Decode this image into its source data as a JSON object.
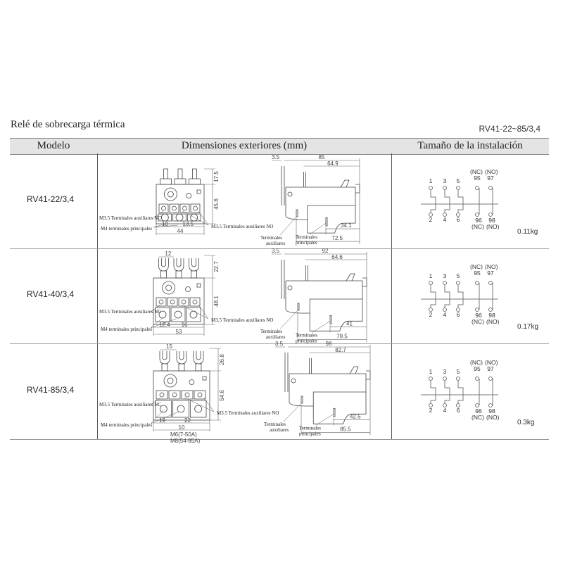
{
  "title": "Relé de sobrecarga térmica",
  "series_code": "RV41-22~85/3,4",
  "headers": {
    "model": "Modelo",
    "dimensions": "Dimensiones exteriores (mm)",
    "installation": "Tamaño de la instalación"
  },
  "labels": {
    "aux_nc": "M3.5 Terminales auxiliares NC",
    "aux_no": "M3.5 Terminales auxiliares NO",
    "main": "M4 terminales principales",
    "side_aux_1": "Terminales",
    "side_aux_2": "auxiliares",
    "side_main_1": "Terminales",
    "side_main_2": "principales"
  },
  "circuit": {
    "top": [
      "1",
      "3",
      "5"
    ],
    "bottom": [
      "2",
      "4",
      "6"
    ],
    "aux_top": [
      "95",
      "97"
    ],
    "aux_bottom": [
      "96",
      "98"
    ],
    "nc": "(NC)",
    "no": "(NO)"
  },
  "rows": [
    {
      "model": "RV41-22/3,4",
      "front": {
        "top_pitch": "",
        "top_height": "17.5",
        "body_height": "45.6",
        "dim_a": "10",
        "dim_b": "13.5",
        "width": "44",
        "screw_note_1": "",
        "screw_note_2": ""
      },
      "side": {
        "offset": "3.5",
        "length": "85",
        "inner": "64.9",
        "step": "34.1",
        "base": "72.5"
      },
      "weight": "0.11kg"
    },
    {
      "model": "RV41-40/3,4",
      "front": {
        "top_pitch": "12",
        "top_height": "22.7",
        "body_height": "48.1",
        "dim_a": "12.4",
        "dim_b": "16",
        "width": "53",
        "screw_note_1": "",
        "screw_note_2": ""
      },
      "side": {
        "offset": "3.5",
        "length": "92",
        "inner": "64.6",
        "step": "41",
        "base": "79.5"
      },
      "weight": "0.17kg"
    },
    {
      "model": "RV41-85/3,4",
      "front": {
        "top_pitch": "15",
        "top_height": "26.8",
        "body_height": "54.6",
        "dim_a": "19",
        "dim_b": "22",
        "width": "10",
        "screw_note_1": "M6(7-50A)",
        "screw_note_2": "M8(54-85A)"
      },
      "side": {
        "offset": "3.5",
        "length": "98",
        "inner": "82.7",
        "step": "42.5",
        "base": "85.5"
      },
      "weight": "0.3kg"
    }
  ]
}
